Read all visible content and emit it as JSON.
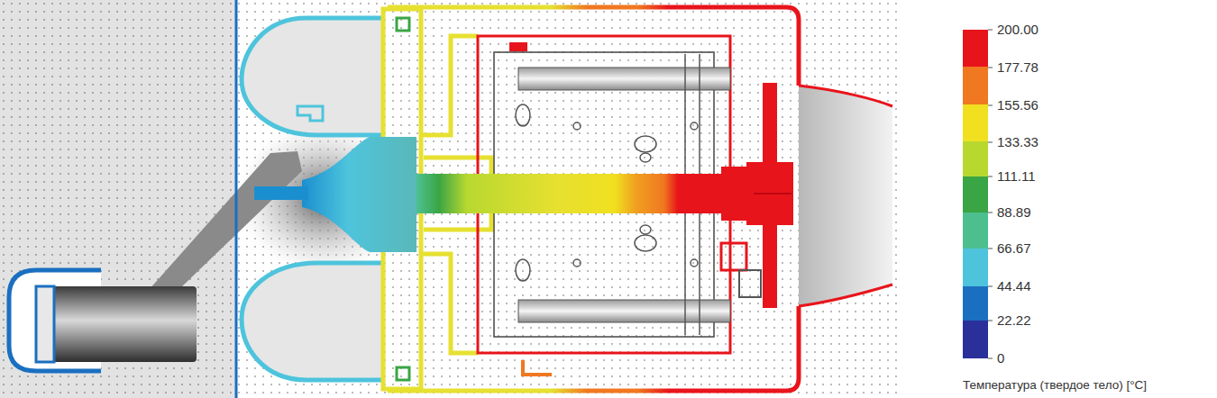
{
  "diagram": {
    "labels": [
      "200.00",
      "177.78",
      "155.56",
      "133.33",
      "111.11",
      "88.89",
      "66.67",
      "44.44",
      "22.22",
      "0",
      "Температура (твердое тело) [°C]"
    ]
  }
}
